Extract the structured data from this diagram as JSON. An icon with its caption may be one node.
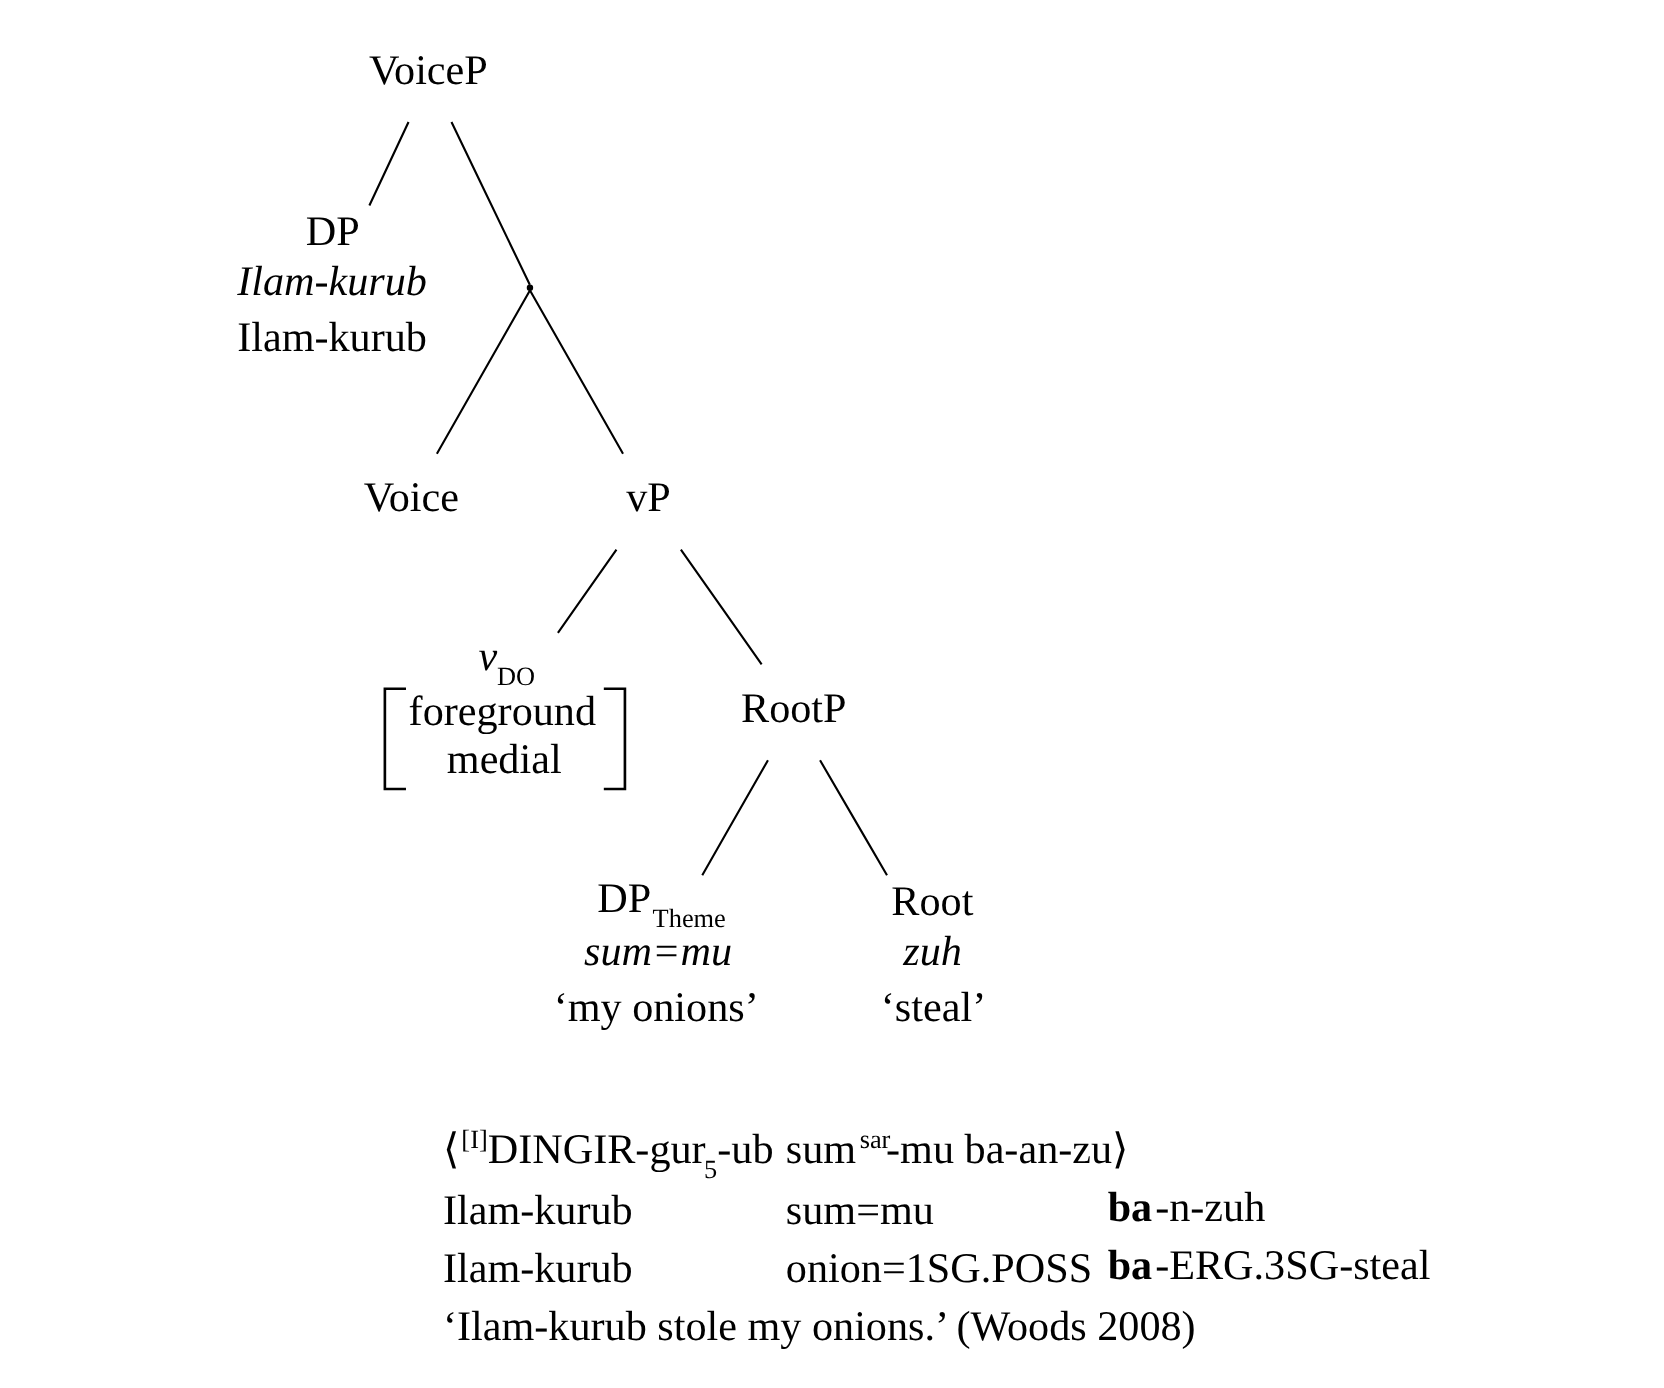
{
  "diagram": {
    "nodes": [
      {
        "text": [
          "VoiceP"
        ]
      },
      {
        "text": [
          "DP",
          "Ilam-kurub",
          "Ilam-kurub"
        ]
      },
      {
        "text": [],
        "shape": "point"
      },
      {
        "text": [
          "Voice"
        ]
      },
      {
        "text": [
          "vP"
        ]
      },
      {
        "text": [
          "*v*$_{DO}$",
          "foreground medial"
        ]
      },
      {
        "text": [
          "RootP"
        ]
      },
      {
        "text": [
          "DP$_{Theme}$",
          "sum=mu",
          "‘my onions’"
        ]
      },
      {
        "text": [
          "Root",
          "zuh",
          "‘steal’"
        ]
      }
    ],
    "edges": [
      {
        "from": 0,
        "to": 1,
        "arrow": "none"
      },
      {
        "from": 0,
        "to": 2,
        "arrow": "none"
      },
      {
        "from": 2,
        "to": 3,
        "arrow": "none"
      },
      {
        "from": 2,
        "to": 4,
        "arrow": "none"
      },
      {
        "from": 4,
        "to": 5,
        "arrow": "none"
      },
      {
        "from": 4,
        "to": 6,
        "arrow": "none"
      },
      {
        "from": 6,
        "to": 7,
        "arrow": "none"
      },
      {
        "from": 6,
        "to": 8,
        "arrow": "none"
      }
    ],
    "labels": [
      "⟨$^{[I]}$DINGIR-gur$_{5}$-ub",
      "sum$^{sar}$-mu ba-an-zu⟩",
      "Ilam-kurub",
      "sum=mu",
      "**ba**-n-zuh",
      "Ilam-kurub",
      "onion=1SG.POSS",
      "**ba**-ERG.3SG-steal",
      "‘Ilam-kurub stole my onions.’ (Woods 2008)"
    ]
  }
}
